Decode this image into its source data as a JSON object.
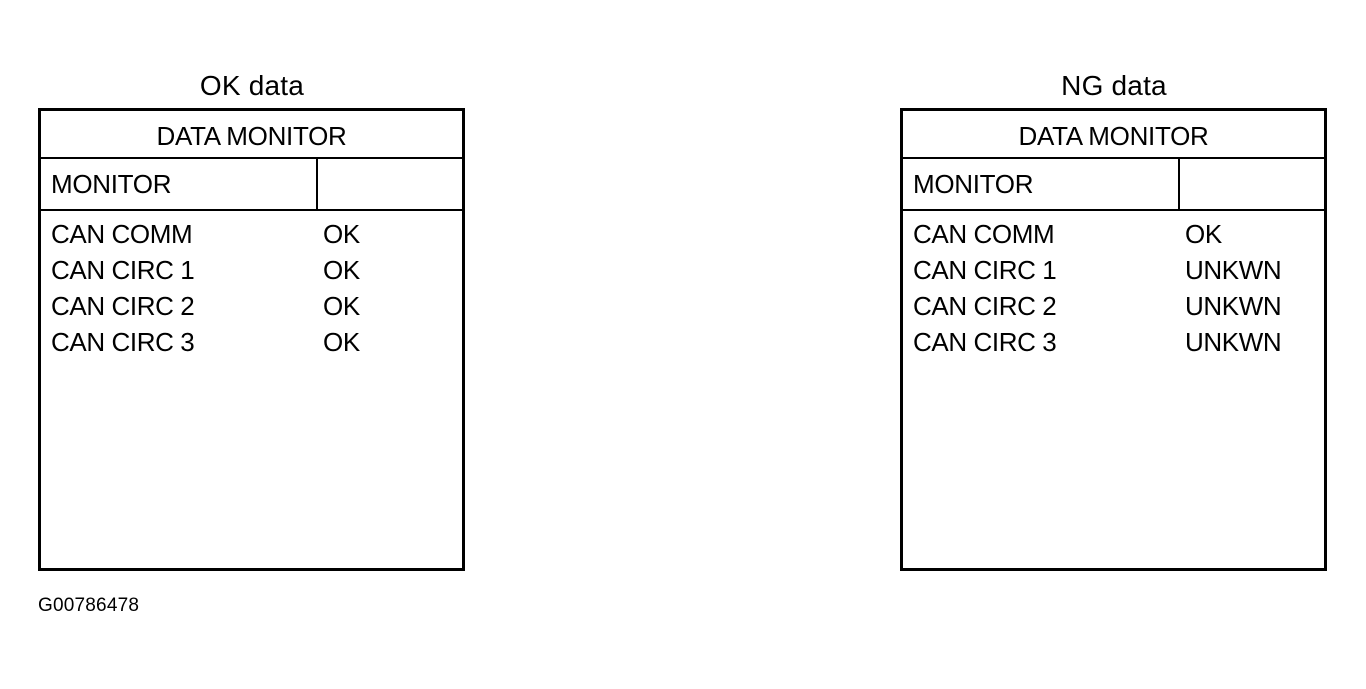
{
  "panels": [
    {
      "title": "OK data",
      "screen_header": "DATA MONITOR",
      "monitor_label": "MONITOR",
      "rows": [
        {
          "name": "CAN COMM",
          "value": "OK"
        },
        {
          "name": "CAN CIRC 1",
          "value": "OK"
        },
        {
          "name": "CAN CIRC 2",
          "value": "OK"
        },
        {
          "name": "CAN CIRC 3",
          "value": "OK"
        }
      ]
    },
    {
      "title": "NG data",
      "screen_header": "DATA MONITOR",
      "monitor_label": "MONITOR",
      "rows": [
        {
          "name": "CAN COMM",
          "value": "OK"
        },
        {
          "name": "CAN CIRC 1",
          "value": "UNKWN"
        },
        {
          "name": "CAN CIRC 2",
          "value": "UNKWN"
        },
        {
          "name": "CAN CIRC 3",
          "value": "UNKWN"
        }
      ]
    }
  ],
  "figure_id": "G00786478"
}
